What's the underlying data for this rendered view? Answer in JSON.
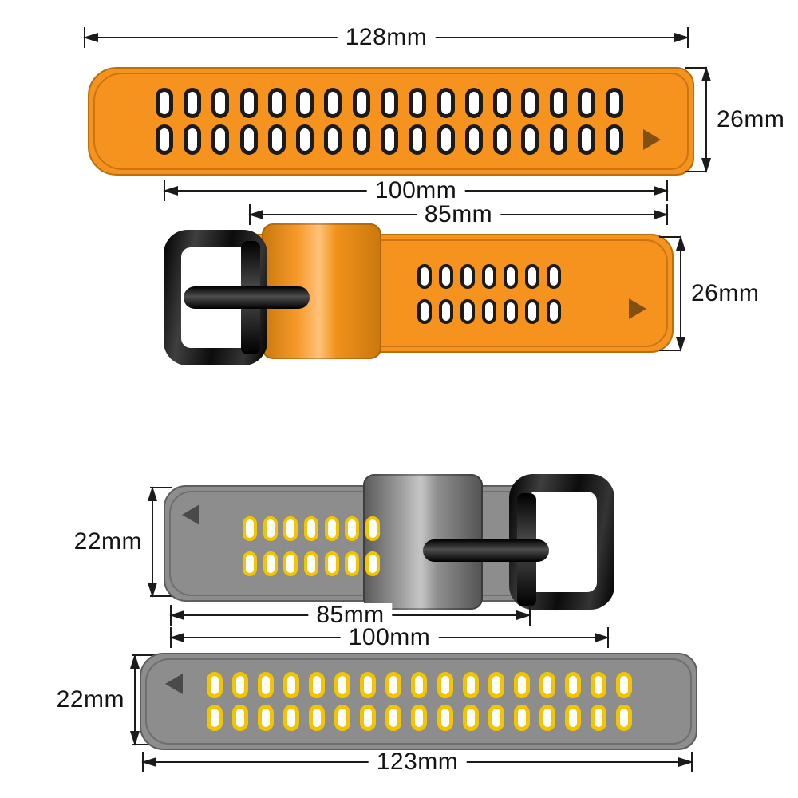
{
  "colors": {
    "orange": "#F6921E",
    "gray": "#8D8D8D",
    "yellow": "#F2C500",
    "buckle_black": "#141414",
    "hole_fill": "#FFFFFF",
    "dim": "#1B1B1B",
    "background": "#FFFFFF"
  },
  "straps": [
    {
      "label": "orange long strap",
      "dims": {
        "width": "128mm",
        "height": "26mm"
      },
      "holes": {
        "rows": 2,
        "cols": 17,
        "style": "black"
      }
    },
    {
      "label": "orange buckle strap",
      "dims": {
        "total": "100mm",
        "band": "85mm",
        "height": "26mm"
      },
      "holes": {
        "rows": 2,
        "cols": 7,
        "style": "black"
      }
    },
    {
      "label": "gray buckle strap",
      "dims": {
        "height": "22mm",
        "band": "85mm",
        "total": "100mm"
      },
      "holes": {
        "rows": 2,
        "cols": 7,
        "style": "yellow"
      }
    },
    {
      "label": "gray long strap",
      "dims": {
        "height": "22mm",
        "width": "123mm"
      },
      "holes": {
        "rows": 2,
        "cols": 17,
        "style": "yellow"
      }
    }
  ]
}
